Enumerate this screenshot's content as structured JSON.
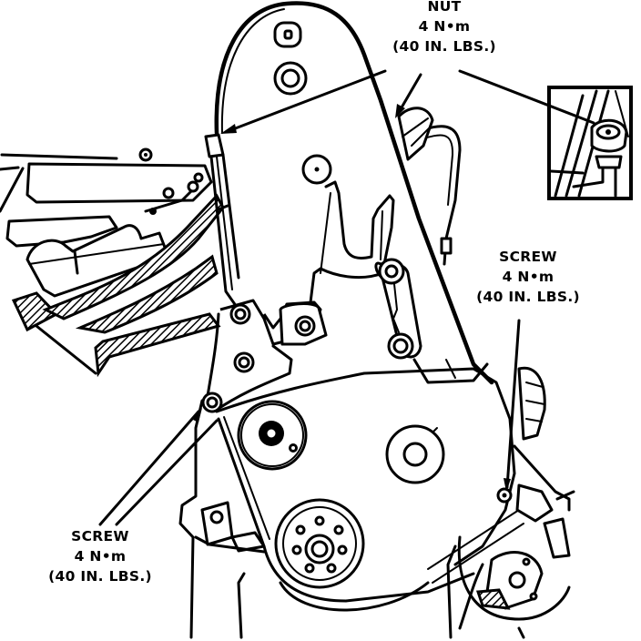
{
  "figure": {
    "subject": "timing-belt-cover-fasteners",
    "ink_color": "#000000",
    "paper_color": "#ffffff"
  },
  "callouts": {
    "nut": {
      "name": "NUT",
      "torque_metric": "4 N•m",
      "torque_imperial": "(40 IN. LBS.)"
    },
    "screw_right": {
      "name": "SCREW",
      "torque_metric": "4 N•m",
      "torque_imperial": "(40 IN. LBS.)"
    },
    "screw_left": {
      "name": "SCREW",
      "torque_metric": "4 N•m",
      "torque_imperial": "(40 IN. LBS.)"
    }
  },
  "inset": {
    "label": "nut-detail-inset"
  }
}
